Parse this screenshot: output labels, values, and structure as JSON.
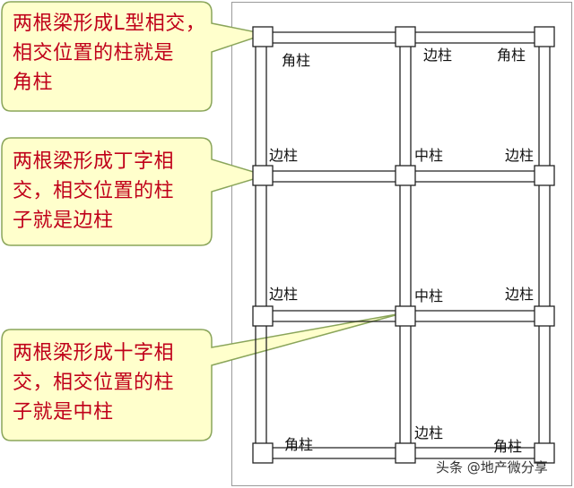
{
  "callouts": [
    {
      "lines": [
        "两根梁形成L型相交，",
        "相交位置的柱就是",
        "角柱"
      ]
    },
    {
      "lines": [
        "两根梁形成丁字相",
        "交，相交位置的柱",
        "子就是边柱"
      ]
    },
    {
      "lines": [
        "两根梁形成十字相",
        "交，相交位置的柱",
        "子就是中柱"
      ]
    }
  ],
  "column_labels": {
    "r1_left": "角柱",
    "r1_mid": "边柱",
    "r1_right": "角柱",
    "r2_left": "边柱",
    "r2_mid": "中柱",
    "r2_right": "边柱",
    "r3_left": "边柱",
    "r3_mid": "中柱",
    "r3_right": "边柱",
    "r4_left": "角柱",
    "r4_mid": "边柱",
    "r4_right": "角柱"
  },
  "watermark": "头条 @地产微分享",
  "colors": {
    "callout_fill": "#ffffcc",
    "callout_stroke": "#8aa55a",
    "callout_text": "#c0001a",
    "structure_line": "#222222"
  }
}
